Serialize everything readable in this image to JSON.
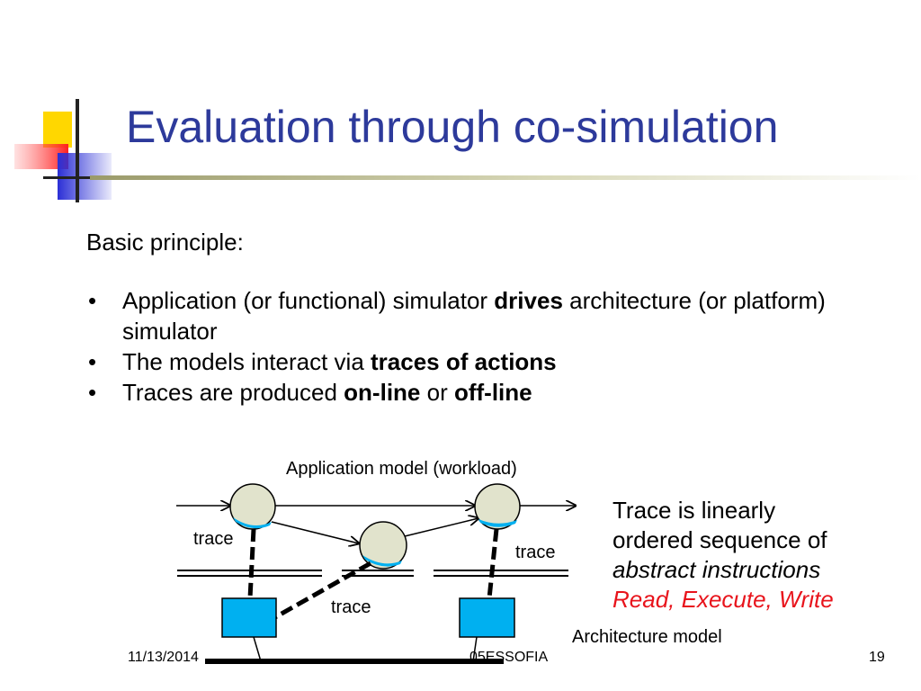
{
  "slide": {
    "title": "Evaluation through co-simulation",
    "subtitle": "Basic principle:",
    "bullets": [
      {
        "before": "Application (or functional) simulator ",
        "bold": "drives",
        "after": " architecture (or platform) simulator",
        "bold2": "",
        "after2": ""
      },
      {
        "before": "The models interact via ",
        "bold": "traces of actions",
        "after": "",
        "bold2": "",
        "after2": ""
      },
      {
        "before": "Traces are produced ",
        "bold": "on-line",
        "after": " or ",
        "bold2": "off-line",
        "after2": ""
      }
    ],
    "bullet_symbol": "•"
  },
  "diagram": {
    "top_label": "Application model (workload)",
    "trace_labels": [
      "trace",
      "trace",
      "trace"
    ],
    "bottom_label": "Architecture model",
    "node_color": "#e1e3cc",
    "box_color": "#00b0f0",
    "accent_color": "#00b0f0"
  },
  "note": {
    "line1": "Trace is linearly",
    "line2": "ordered  sequence of",
    "line3": "abstract instructions",
    "line4": "Read, Execute, Write",
    "highlight_color": "#e8141c"
  },
  "footer": {
    "date": "11/13/2014",
    "center": "05ESSOFIA",
    "page": "19"
  },
  "theme": {
    "title_color": "#2d3a9b",
    "logo_colors": [
      "#ffd700",
      "#ff3030",
      "#2b2fd6"
    ]
  }
}
